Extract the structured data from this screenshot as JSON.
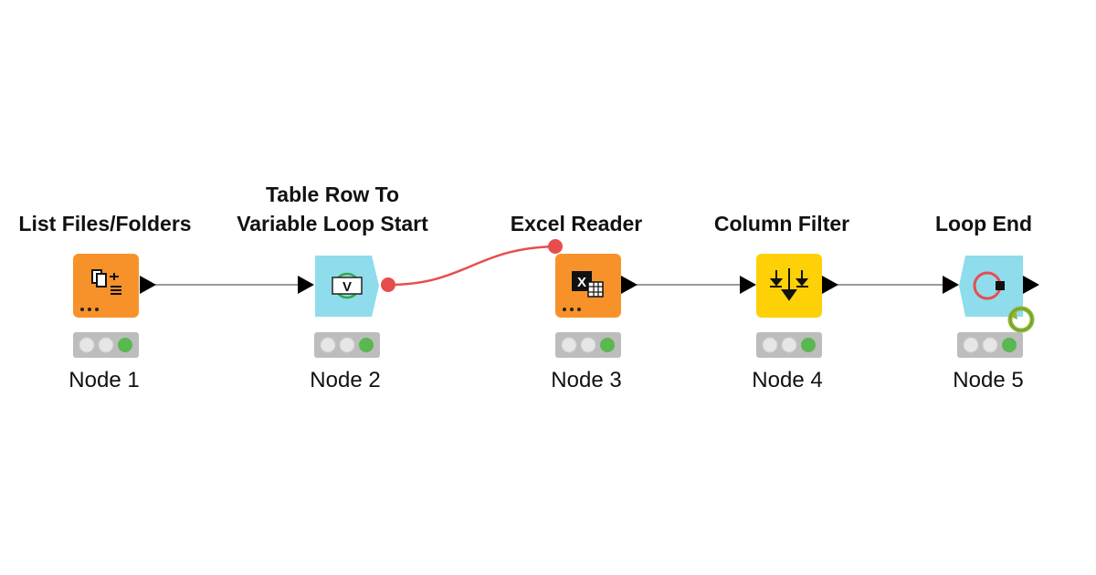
{
  "workflow": {
    "nodes": [
      {
        "title": "List Files/Folders",
        "label": "Node 1",
        "type": "source",
        "icon": "list-files-icon",
        "status": "executed"
      },
      {
        "title": "Table Row To\nVariable Loop Start",
        "label": "Node 2",
        "type": "loop-start",
        "icon": "variable-loop-icon",
        "status": "executed"
      },
      {
        "title": "Excel Reader",
        "label": "Node 3",
        "type": "source",
        "icon": "excel-reader-icon",
        "status": "executed"
      },
      {
        "title": "Column Filter",
        "label": "Node 4",
        "type": "manipulator",
        "icon": "column-filter-icon",
        "status": "executed"
      },
      {
        "title": "Loop End",
        "label": "Node 5",
        "type": "loop-end",
        "icon": "loop-end-icon",
        "status": "executed"
      }
    ],
    "connections": [
      {
        "from": "Node 1",
        "to": "Node 2",
        "kind": "data"
      },
      {
        "from": "Node 2",
        "to": "Node 3",
        "kind": "flow-variable"
      },
      {
        "from": "Node 3",
        "to": "Node 4",
        "kind": "data"
      },
      {
        "from": "Node 4",
        "to": "Node 5",
        "kind": "data"
      }
    ],
    "colors": {
      "source": "#f7922b",
      "loop": "#8fdcec",
      "manipulator": "#fdd106",
      "variable_connection": "#e84d4d",
      "data_connection": "#999999",
      "status_green": "#59b84f",
      "status_gray": "#c8c8c8"
    }
  }
}
